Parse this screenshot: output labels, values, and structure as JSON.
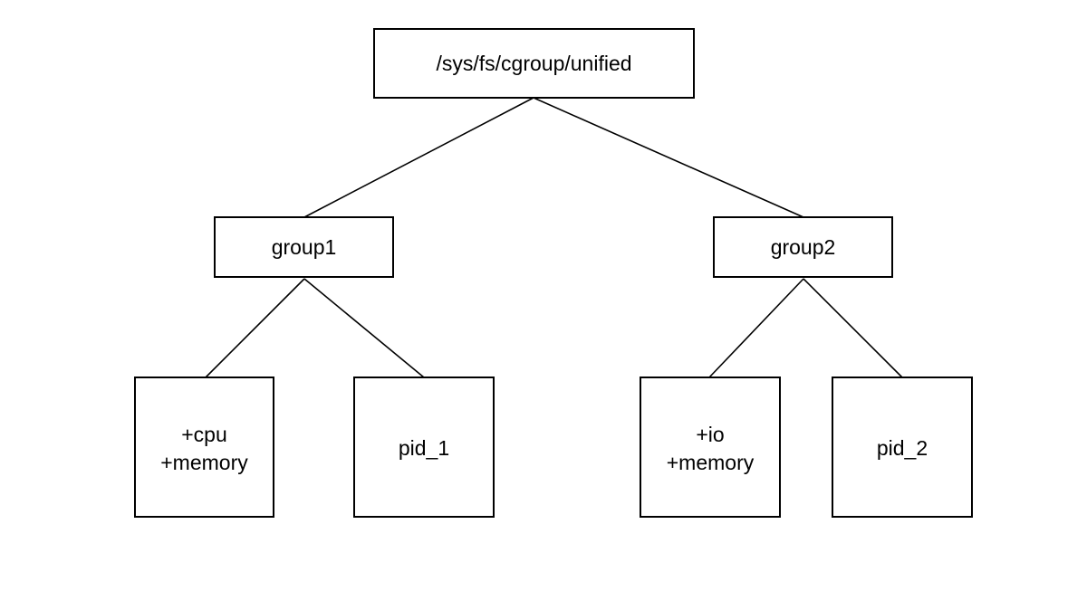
{
  "diagram": {
    "root": {
      "label": "/sys/fs/cgroup/unified"
    },
    "group1": {
      "label": "group1"
    },
    "group2": {
      "label": "group2"
    },
    "group1_controllers": {
      "line1": "+cpu",
      "line2": "+memory"
    },
    "group1_process": {
      "label": "pid_1"
    },
    "group2_controllers": {
      "line1": "+io",
      "line2": "+memory"
    },
    "group2_process": {
      "label": "pid_2"
    }
  }
}
